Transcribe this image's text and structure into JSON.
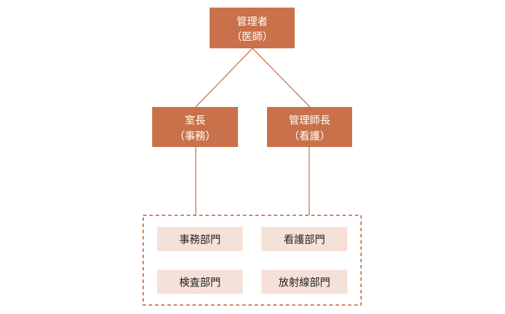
{
  "colors": {
    "manager_fill": "#c8714a",
    "manager_text": "#ffffff",
    "department_fill": "#f6e1d8",
    "department_text": "#222222",
    "line": "#c8714a"
  },
  "nodes": {
    "top": {
      "line1": "管理者",
      "line2": "（医師）"
    },
    "left": {
      "line1": "室長",
      "line2": "（事務）"
    },
    "right": {
      "line1": "管理師長",
      "line2": "（看護）"
    }
  },
  "departments": [
    {
      "label": "事務部門"
    },
    {
      "label": "看護部門"
    },
    {
      "label": "検査部門"
    },
    {
      "label": "放射線部門"
    }
  ]
}
